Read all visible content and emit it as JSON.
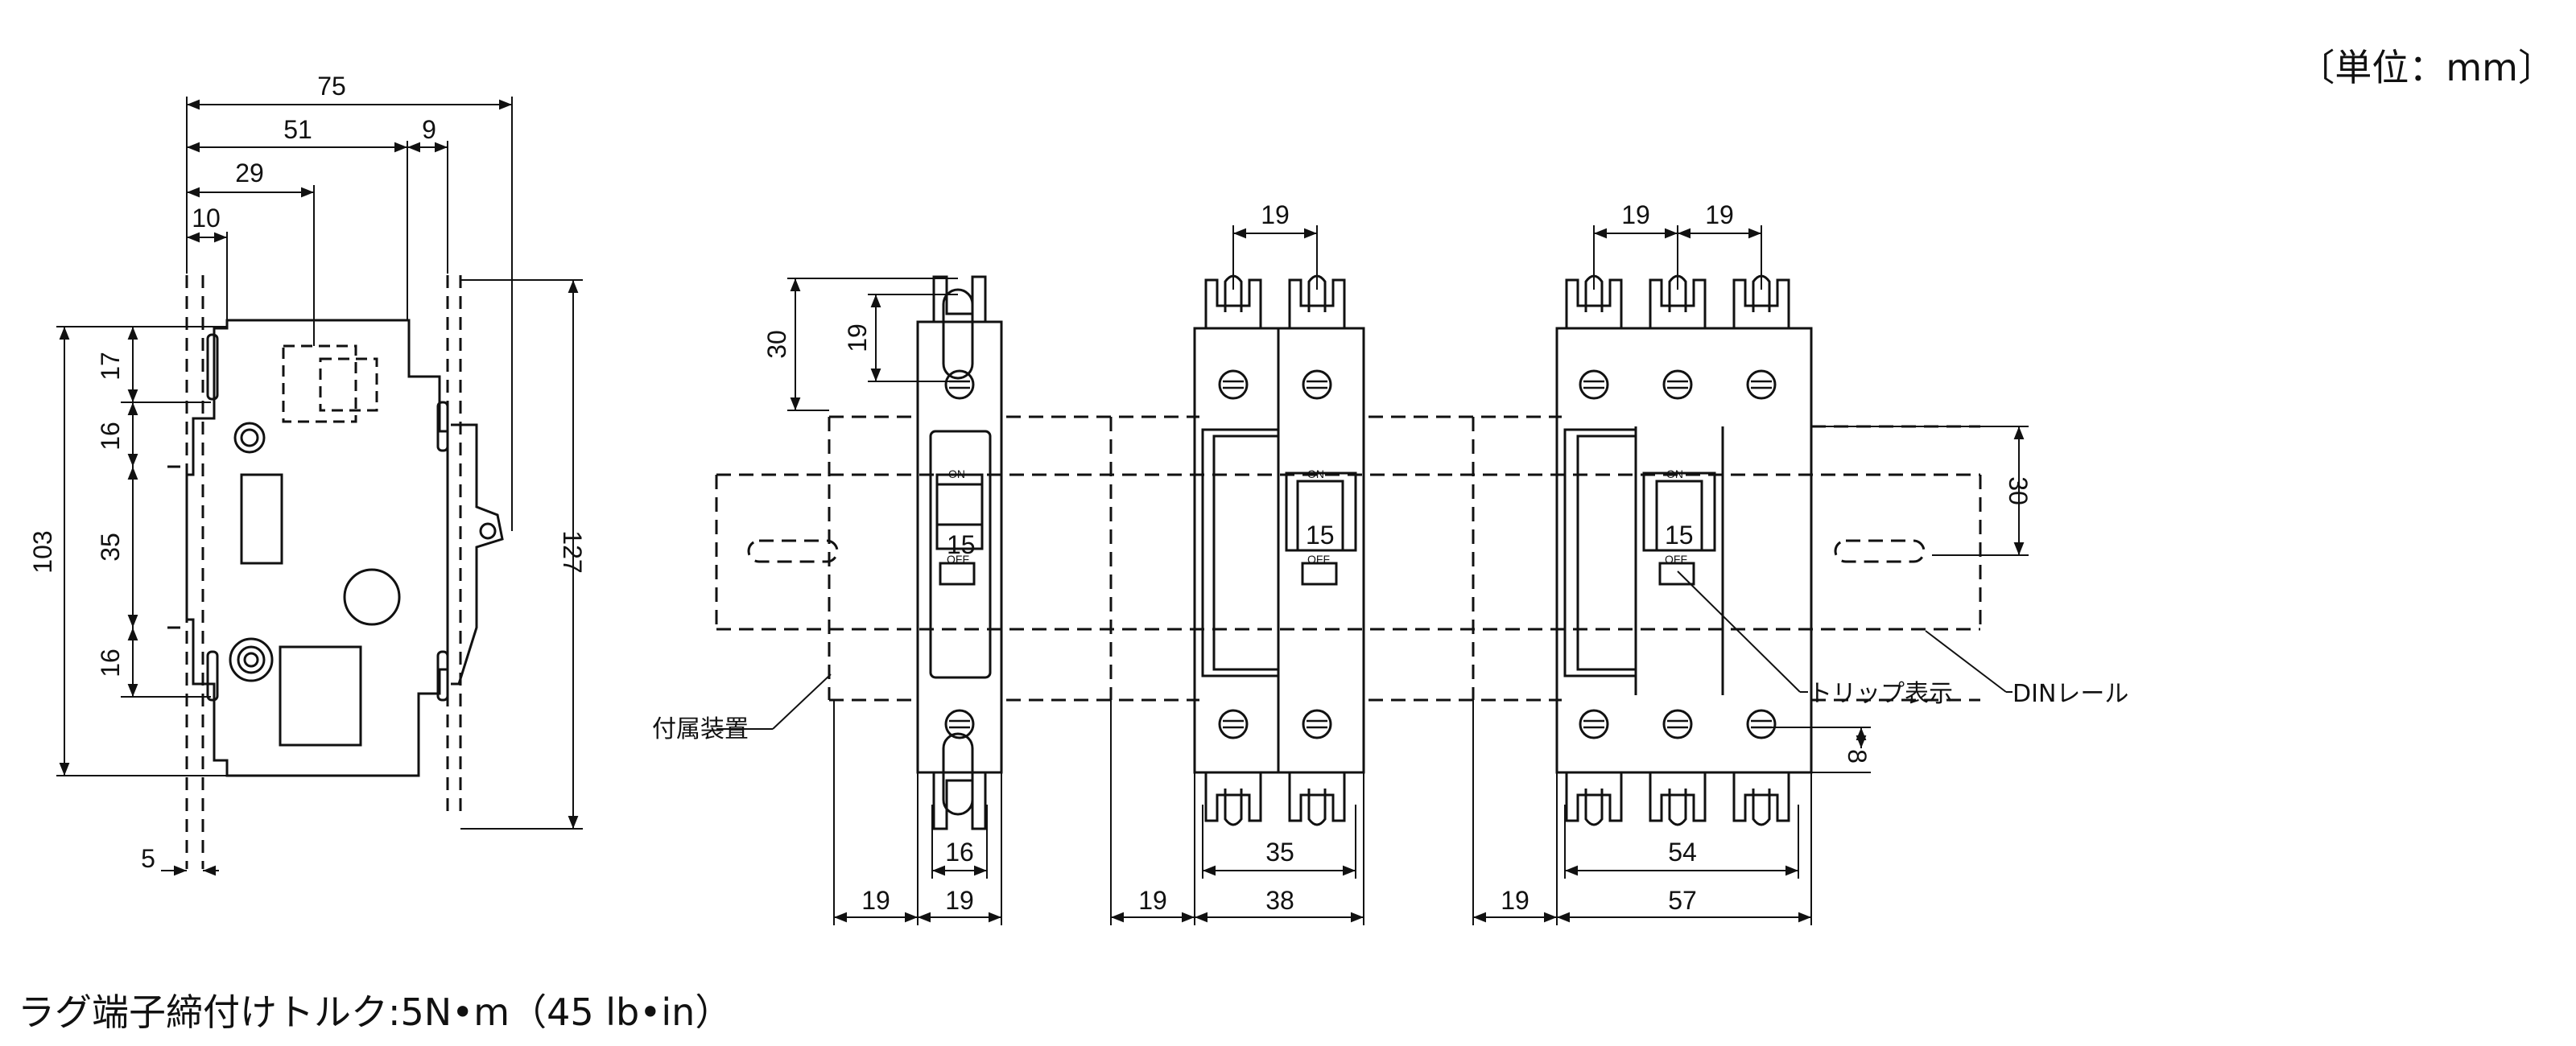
{
  "unit_note": "〔単位：mm〕",
  "torque_note": "ラグ端子締付けトルク:5N•m（45 lb•in）",
  "side_view": {
    "dims": {
      "w75": "75",
      "w51": "51",
      "w9": "9",
      "w29": "29",
      "w10": "10",
      "h17": "17",
      "h16a": "16",
      "h35": "35",
      "h16b": "16",
      "h103": "103",
      "h127": "127",
      "w5": "5"
    }
  },
  "pole1": {
    "top_dims": {
      "d30": "30",
      "d19": "19"
    },
    "bottom_dims": {
      "d16": "16",
      "d19a": "19",
      "d19b": "19"
    },
    "handle_on": "ON",
    "handle_off": "OFF",
    "rating": "15",
    "label_accessory": "付属装置"
  },
  "pole2": {
    "top_dims": {
      "d19": "19"
    },
    "bottom_dims": {
      "d35": "35",
      "d19": "19",
      "d38": "38"
    },
    "handle_on": "ON",
    "handle_off": "OFF",
    "rating": "15"
  },
  "pole3": {
    "top_dims": {
      "d19a": "19",
      "d19b": "19"
    },
    "bottom_dims": {
      "d54": "54",
      "d19": "19",
      "d57": "57"
    },
    "side_dims": {
      "d30": "30",
      "d8": "8"
    },
    "handle_on": "ON",
    "handle_off": "OFF",
    "rating": "15",
    "label_trip": "トリップ表示",
    "label_din": "DINレール"
  }
}
